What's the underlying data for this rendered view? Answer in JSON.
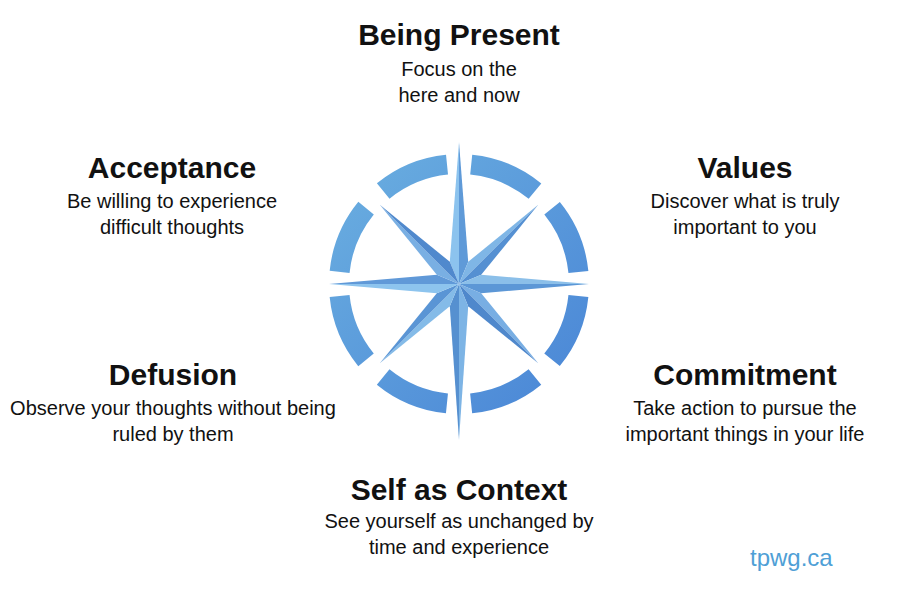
{
  "diagram": {
    "labels": [
      "Being Present",
      "Focus on the here and now",
      "Acceptance",
      "Be willing to experience difficult thoughts",
      "Values",
      "Discover what is truly important to you",
      "Defusion",
      "Observe your thoughts without being ruled by them",
      "Commitment",
      "Take action to pursue the important things in your life",
      "Self as Context",
      "See yourself as unchanged by time and experience",
      "tpwg.ca"
    ]
  }
}
